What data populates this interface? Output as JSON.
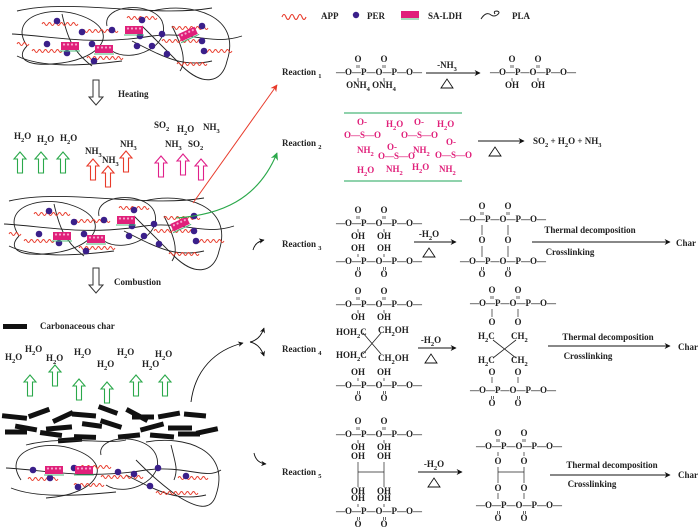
{
  "legend": {
    "items": [
      {
        "label": "APP",
        "icon": "wavy-line-icon",
        "color": "#e83a2a"
      },
      {
        "label": "PER",
        "icon": "dot-icon",
        "color": "#3a1f8a"
      },
      {
        "label": "SA-LDH",
        "icon": "layered-block-icon",
        "color": "#e0207a"
      },
      {
        "label": "PLA",
        "icon": "coil-line-icon",
        "color": "#222222"
      }
    ]
  },
  "process": {
    "heating_label": "Heating",
    "combustion_label": "Combustion",
    "char_legend_label": "Carbonaceous char",
    "gases_stage1": {
      "water": [
        "H2O",
        "H2O",
        "H2O"
      ],
      "ammonia": [
        "NH3",
        "NH3",
        "NH3"
      ],
      "sulfur": [
        "SO2",
        "H2O",
        "NH3",
        "NH3",
        "SO2"
      ]
    },
    "gases_stage2": [
      "H2O",
      "H2O",
      "H2O",
      "H2O",
      "H2O",
      "H2O",
      "H2O",
      "H2O"
    ]
  },
  "colors": {
    "water_arrow": "#2aa84a",
    "ammonia_arrow": "#e83a2a",
    "sulfur_arrow": "#e0208a",
    "reaction1_pointer": "#e83a2a",
    "reaction2_pointer": "#2aa84a",
    "sulfamate": "#e0207a",
    "sulfamate_border": "#4cb87a"
  },
  "reactions": [
    {
      "label": "Reaction 1",
      "reactant": {
        "top": [
          "O",
          "O"
        ],
        "chain": "—O—P—O—P—O—",
        "bottom": [
          "ONH4",
          "ONH4"
        ]
      },
      "condition_top": "-NH3",
      "condition_bottom": "△",
      "product": {
        "top": [
          "O",
          "O"
        ],
        "chain": "—O—P—O—P—O—",
        "bottom": [
          "OH",
          "OH"
        ]
      }
    },
    {
      "label": "Reaction 2",
      "condition_bottom": "△",
      "product": "SO2 + H2O + NH3",
      "box_texts": [
        "O-",
        "H2O",
        "O-",
        "H2O",
        "O—S—O",
        "O—S—O",
        "NH2",
        "O-",
        "NH2",
        "O—S—O",
        "O—S—O",
        "H2O",
        "NH2",
        "H2O",
        "NH2",
        "O-"
      ]
    },
    {
      "label": "Reaction 3",
      "condition_top": "-H2O",
      "condition_bottom": "△",
      "step2_top": "Thermal decomposition",
      "step2_bottom": "Crosslinking",
      "final": "Char"
    },
    {
      "label": "Reaction 4",
      "condition_top": "-H2O",
      "condition_bottom": "△",
      "per_groups": [
        "HOH2C",
        "CH2OH",
        "HOH2C",
        "CH2OH"
      ],
      "product_groups": [
        "H2C",
        "CH2",
        "H2C",
        "CH2"
      ],
      "step2_top": "Thermal decomposition",
      "step2_bottom": "Crosslinking",
      "final": "Char"
    },
    {
      "label": "Reaction 5",
      "condition_top": "-H2O",
      "condition_bottom": "△",
      "step2_top": "Thermal decomposition",
      "step2_bottom": "Crosslinking",
      "final": "Char"
    }
  ],
  "chem": {
    "O": "O",
    "P": "P",
    "OH": "OH",
    "dash": "—",
    "chain": "—O—P—O—P—O—"
  }
}
